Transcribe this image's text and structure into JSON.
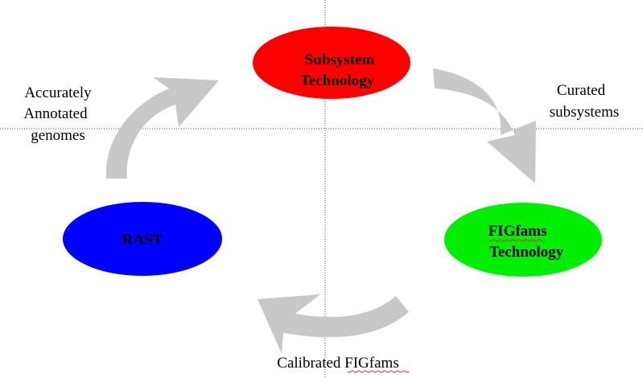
{
  "colors": {
    "subsystem": "#ff0000",
    "figfams": "#00ee00",
    "rast": "#0000ff",
    "arrow": "#c8c8c8"
  },
  "nodes": {
    "subsystem": {
      "line1": "Subsystem",
      "line2": "Technology"
    },
    "figfams": {
      "line1": "FIGfams",
      "line2": "Technology"
    },
    "rast": {
      "line1": "RAST"
    }
  },
  "edges": {
    "curated": {
      "line1": "Curated",
      "line2": "subsystems"
    },
    "calibrated": {
      "line1": "Calibrated FIGfams"
    },
    "annotated": {
      "line1": "Accurately",
      "line2": "Annotated",
      "line3": "genomes"
    }
  }
}
